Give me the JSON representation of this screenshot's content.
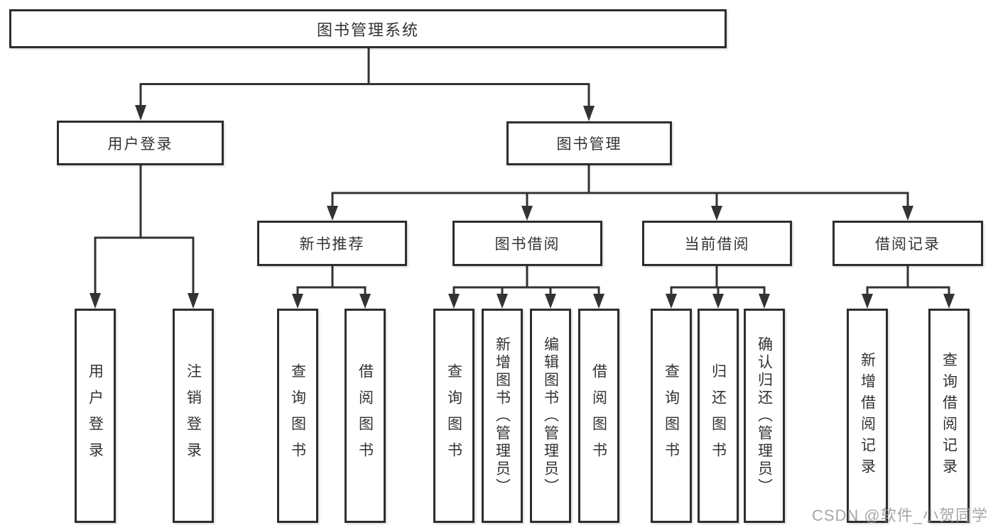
{
  "diagram_title": "图书管理系统",
  "tree": {
    "root": {
      "label": "图书管理系统",
      "children": [
        {
          "label": "用户登录",
          "children": [
            {
              "label": "用户登录"
            },
            {
              "label": "注销登录"
            }
          ]
        },
        {
          "label": "图书管理",
          "children": [
            {
              "label": "新书推荐",
              "children": [
                {
                  "label": "查询图书"
                },
                {
                  "label": "借阅图书"
                }
              ]
            },
            {
              "label": "图书借阅",
              "children": [
                {
                  "label": "查询图书"
                },
                {
                  "label": "新增图书（管理员）"
                },
                {
                  "label": "编辑图书（管理员）"
                },
                {
                  "label": "借阅图书"
                }
              ]
            },
            {
              "label": "当前借阅",
              "children": [
                {
                  "label": "查询图书"
                },
                {
                  "label": "归还图书"
                },
                {
                  "label": "确认归还（管理员）"
                }
              ]
            },
            {
              "label": "借阅记录",
              "children": [
                {
                  "label": "新增借阅记录"
                },
                {
                  "label": "查询借阅记录"
                }
              ]
            }
          ]
        }
      ]
    }
  },
  "watermark": {
    "text": "CSDN @软件_小贺同学"
  },
  "colors": {
    "line": "#333333",
    "box_border": "#2d2d2d",
    "text": "#333333",
    "background": "#ffffff",
    "watermark": "#969696"
  }
}
